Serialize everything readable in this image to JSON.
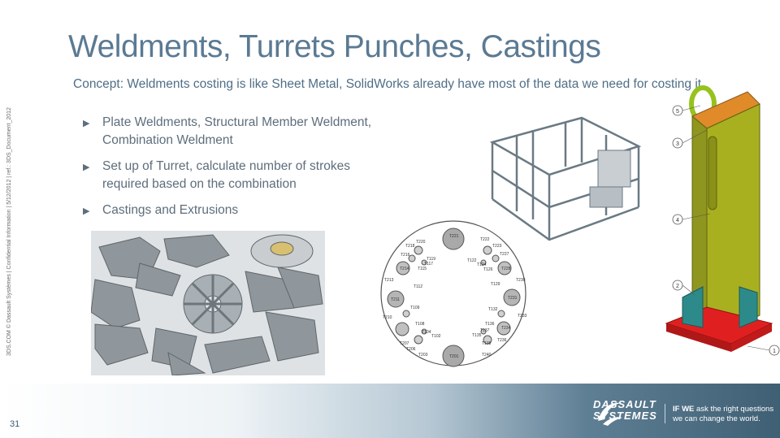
{
  "slide": {
    "title": "Weldments, Turrets Punches, Castings",
    "concept": "Concept: Weldments costing is like Sheet Metal, SolidWorks already have most of the data we need for costing it.",
    "bullets": [
      "Plate Weldments, Structural Member Weldment, Combination Weldment",
      "Set up of Turret, calculate number of strokes required based on the combination",
      "Castings and Extrusions"
    ],
    "side_text": "3DS.COM © Dassault Systèmes | Confidential Information | 5/12/2012 | ref.: 3DS_Document_2012",
    "page_number": "31"
  },
  "footer": {
    "logo_line1": "DASSAULT",
    "logo_line2": "SYSTEMES",
    "slogan_bold": "IF WE",
    "slogan_rest1": " ask the right questions",
    "slogan_line2": "we can change the world."
  },
  "turret": {
    "labels": [
      "T221",
      "T222",
      "T223",
      "T227",
      "T218",
      "T220",
      "T216",
      "T119",
      "T117",
      "T214",
      "T115",
      "T122",
      "T124",
      "T126",
      "T228",
      "T213",
      "T112",
      "T230",
      "T129",
      "T211",
      "T231",
      "T109",
      "T132",
      "T233",
      "T210",
      "T108",
      "T136",
      "T137",
      "T135",
      "T234",
      "T104",
      "T102",
      "T207",
      "T236",
      "T206",
      "T138",
      "T203",
      "T201",
      "T240"
    ]
  },
  "column_callouts": [
    "5",
    "3",
    "4",
    "2",
    "1"
  ],
  "colors": {
    "title": "#5b7a93",
    "accent_orange": "#e08a2a",
    "base_red": "#e02020",
    "column_yellow": "#a8b020",
    "gusset_teal": "#2d8a8a"
  }
}
